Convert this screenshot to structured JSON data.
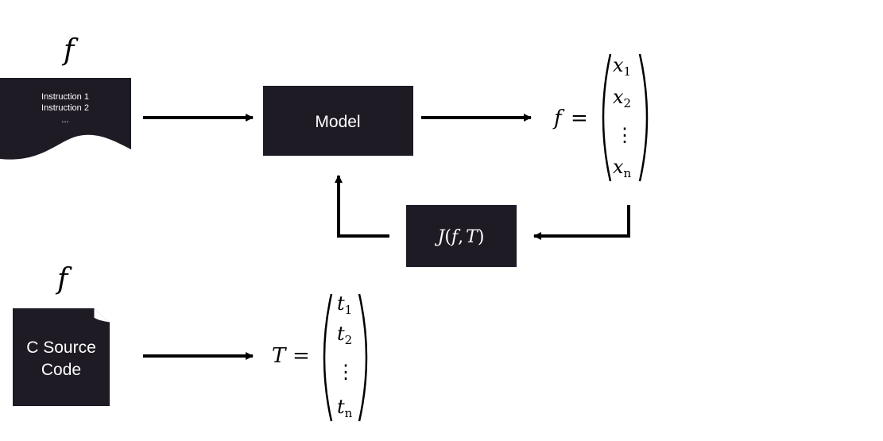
{
  "colors": {
    "box_fill": "#1e1b25",
    "box_text": "#ffffff",
    "stroke": "#000000",
    "background": "#ffffff"
  },
  "instruction_doc": {
    "label": "f",
    "lines": [
      "Instruction 1",
      "Instruction 2",
      "..."
    ]
  },
  "model_box": {
    "label": "Model"
  },
  "feature_vector": {
    "lhs": "f",
    "equals": "=",
    "entries": [
      "x",
      "x",
      "⋮",
      "x"
    ],
    "subscripts": [
      "1",
      "2",
      "",
      "n"
    ]
  },
  "loss_box": {
    "func": "J",
    "open": "(",
    "arg1": "f",
    "comma": ",",
    "arg2": "T",
    "close": ")"
  },
  "source_doc": {
    "label": "f",
    "line1": "C Source",
    "line2": "Code"
  },
  "target_vector": {
    "lhs": "T",
    "equals": "=",
    "entries": [
      "t",
      "t",
      "⋮",
      "t"
    ],
    "subscripts": [
      "1",
      "2",
      "",
      "n"
    ]
  }
}
